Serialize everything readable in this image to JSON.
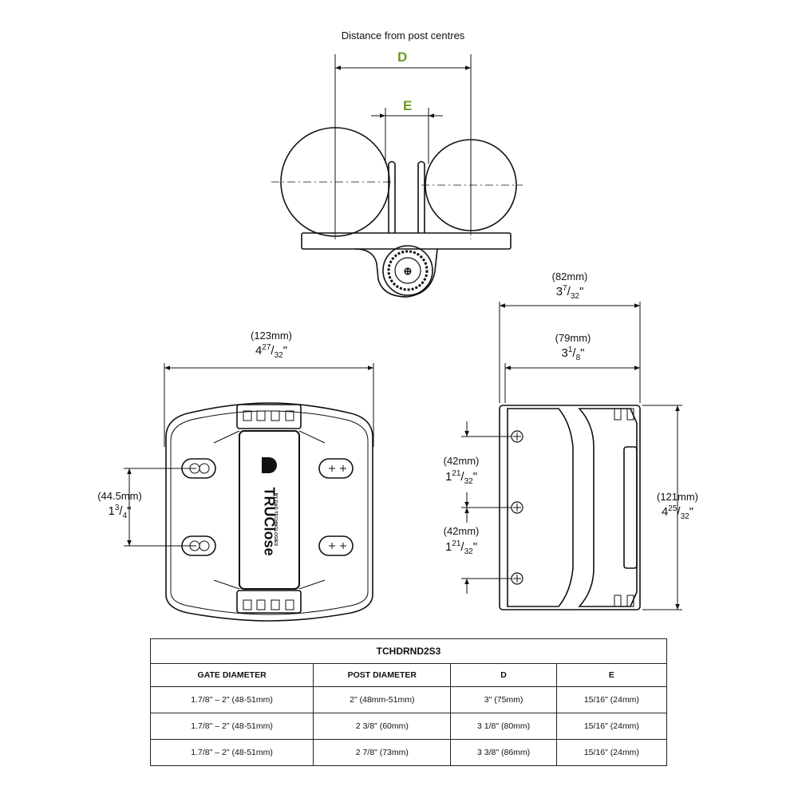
{
  "top_view": {
    "title": "Distance from post centres",
    "dim_d": "D",
    "dim_e": "E",
    "accent_color": "#6a9a1f"
  },
  "front_view": {
    "width_mm": "(123mm)",
    "width_in_whole": "4",
    "width_in_num": "27",
    "width_in_den": "32",
    "holes_mm": "(44.5mm)",
    "holes_in_whole": "1",
    "holes_in_num": "3",
    "holes_in_den": "4",
    "brand_icon": "d-logo-icon",
    "brand_name": "TRUClose",
    "brand_sub": "BY D&D TECHNOLOGIES"
  },
  "side_view": {
    "overall_mm": "(82mm)",
    "overall_in_whole": "3",
    "overall_in_num": "7",
    "overall_in_den": "32",
    "inner_mm": "(79mm)",
    "inner_in_whole": "3",
    "inner_in_num": "1",
    "inner_in_den": "8",
    "hole1_mm": "(42mm)",
    "hole1_in_whole": "1",
    "hole1_in_num": "21",
    "hole1_in_den": "32",
    "hole2_mm": "(42mm)",
    "hole2_in_whole": "1",
    "hole2_in_num": "21",
    "hole2_in_den": "32",
    "height_mm": "(121mm)",
    "height_in_whole": "4",
    "height_in_num": "25",
    "height_in_den": "32"
  },
  "table": {
    "title": "TCHDRND2S3",
    "headers": [
      "GATE DIAMETER",
      "POST DIAMETER",
      "D",
      "E"
    ],
    "rows": [
      [
        "1.7/8\" – 2\" (48-51mm)",
        "2\" (48mm-51mm)",
        "3\" (75mm)",
        "15/16\" (24mm)"
      ],
      [
        "1.7/8\" – 2\" (48-51mm)",
        "2 3/8\" (60mm)",
        "3 1/8\" (80mm)",
        "15/16\" (24mm)"
      ],
      [
        "1.7/8\" – 2\" (48-51mm)",
        "2 7/8\" (73mm)",
        "3 3/8\" (86mm)",
        "15/16\" (24mm)"
      ]
    ]
  }
}
